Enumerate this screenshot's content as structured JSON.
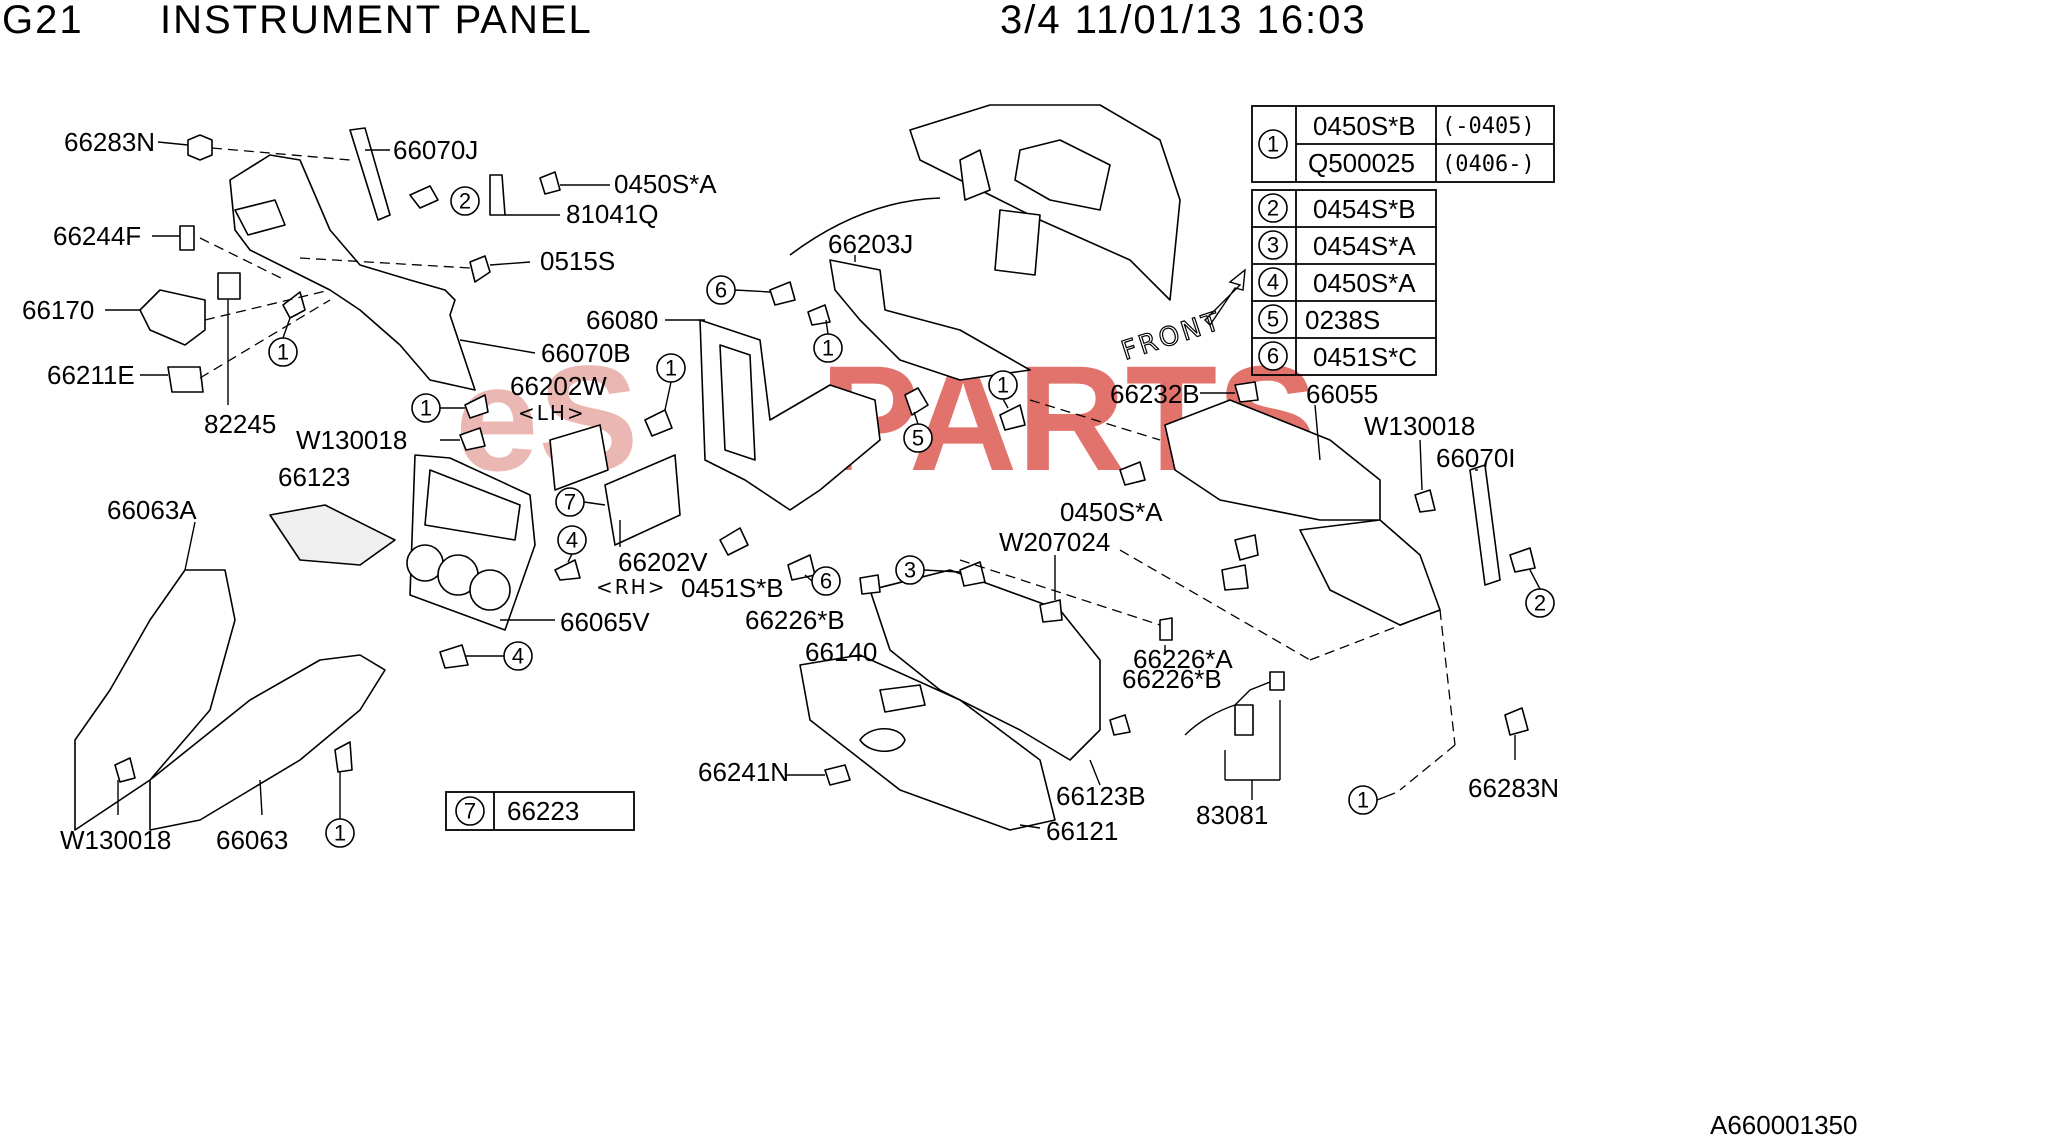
{
  "header": {
    "group": "G21",
    "title": "INSTRUMENT PANEL",
    "page_info": "3/4 11/01/13 16:03"
  },
  "watermark": {
    "part1": "eS",
    "part2": "PARTS"
  },
  "front_label": "FRONT",
  "footer_code": "A660001350",
  "fastener_table": [
    {
      "num": "1",
      "rows": [
        {
          "part": "0450S*B",
          "serial": "(-0405)"
        },
        {
          "part": "Q500025",
          "serial": "(0406-)"
        }
      ]
    },
    {
      "num": "2",
      "part": "0454S*B"
    },
    {
      "num": "3",
      "part": "0454S*A"
    },
    {
      "num": "4",
      "part": "0450S*A"
    },
    {
      "num": "5",
      "part": "0238S"
    },
    {
      "num": "6",
      "part": "0451S*C"
    }
  ],
  "legend_box": {
    "num": "7",
    "part": "66223"
  },
  "part_labels": [
    "66283N",
    "66070J",
    "0450S*A",
    "81041Q",
    "66244F",
    "0515S",
    "66170",
    "66070B",
    "66211E",
    "82245",
    "W130018",
    "66202W",
    "66123",
    "66063A",
    "66080",
    "66203J",
    "66202V",
    "0451S*B",
    "66065V",
    "66226*B",
    "66140",
    "W207024",
    "66232B",
    "66055",
    "W130018",
    "66070I",
    "0450S*A",
    "66226*A",
    "66226*B",
    "66241N",
    "66123B",
    "83081",
    "66121",
    "66283N",
    "W130018",
    "66063"
  ],
  "side_labels": {
    "lh": "<LH>",
    "rh": "<RH>"
  }
}
